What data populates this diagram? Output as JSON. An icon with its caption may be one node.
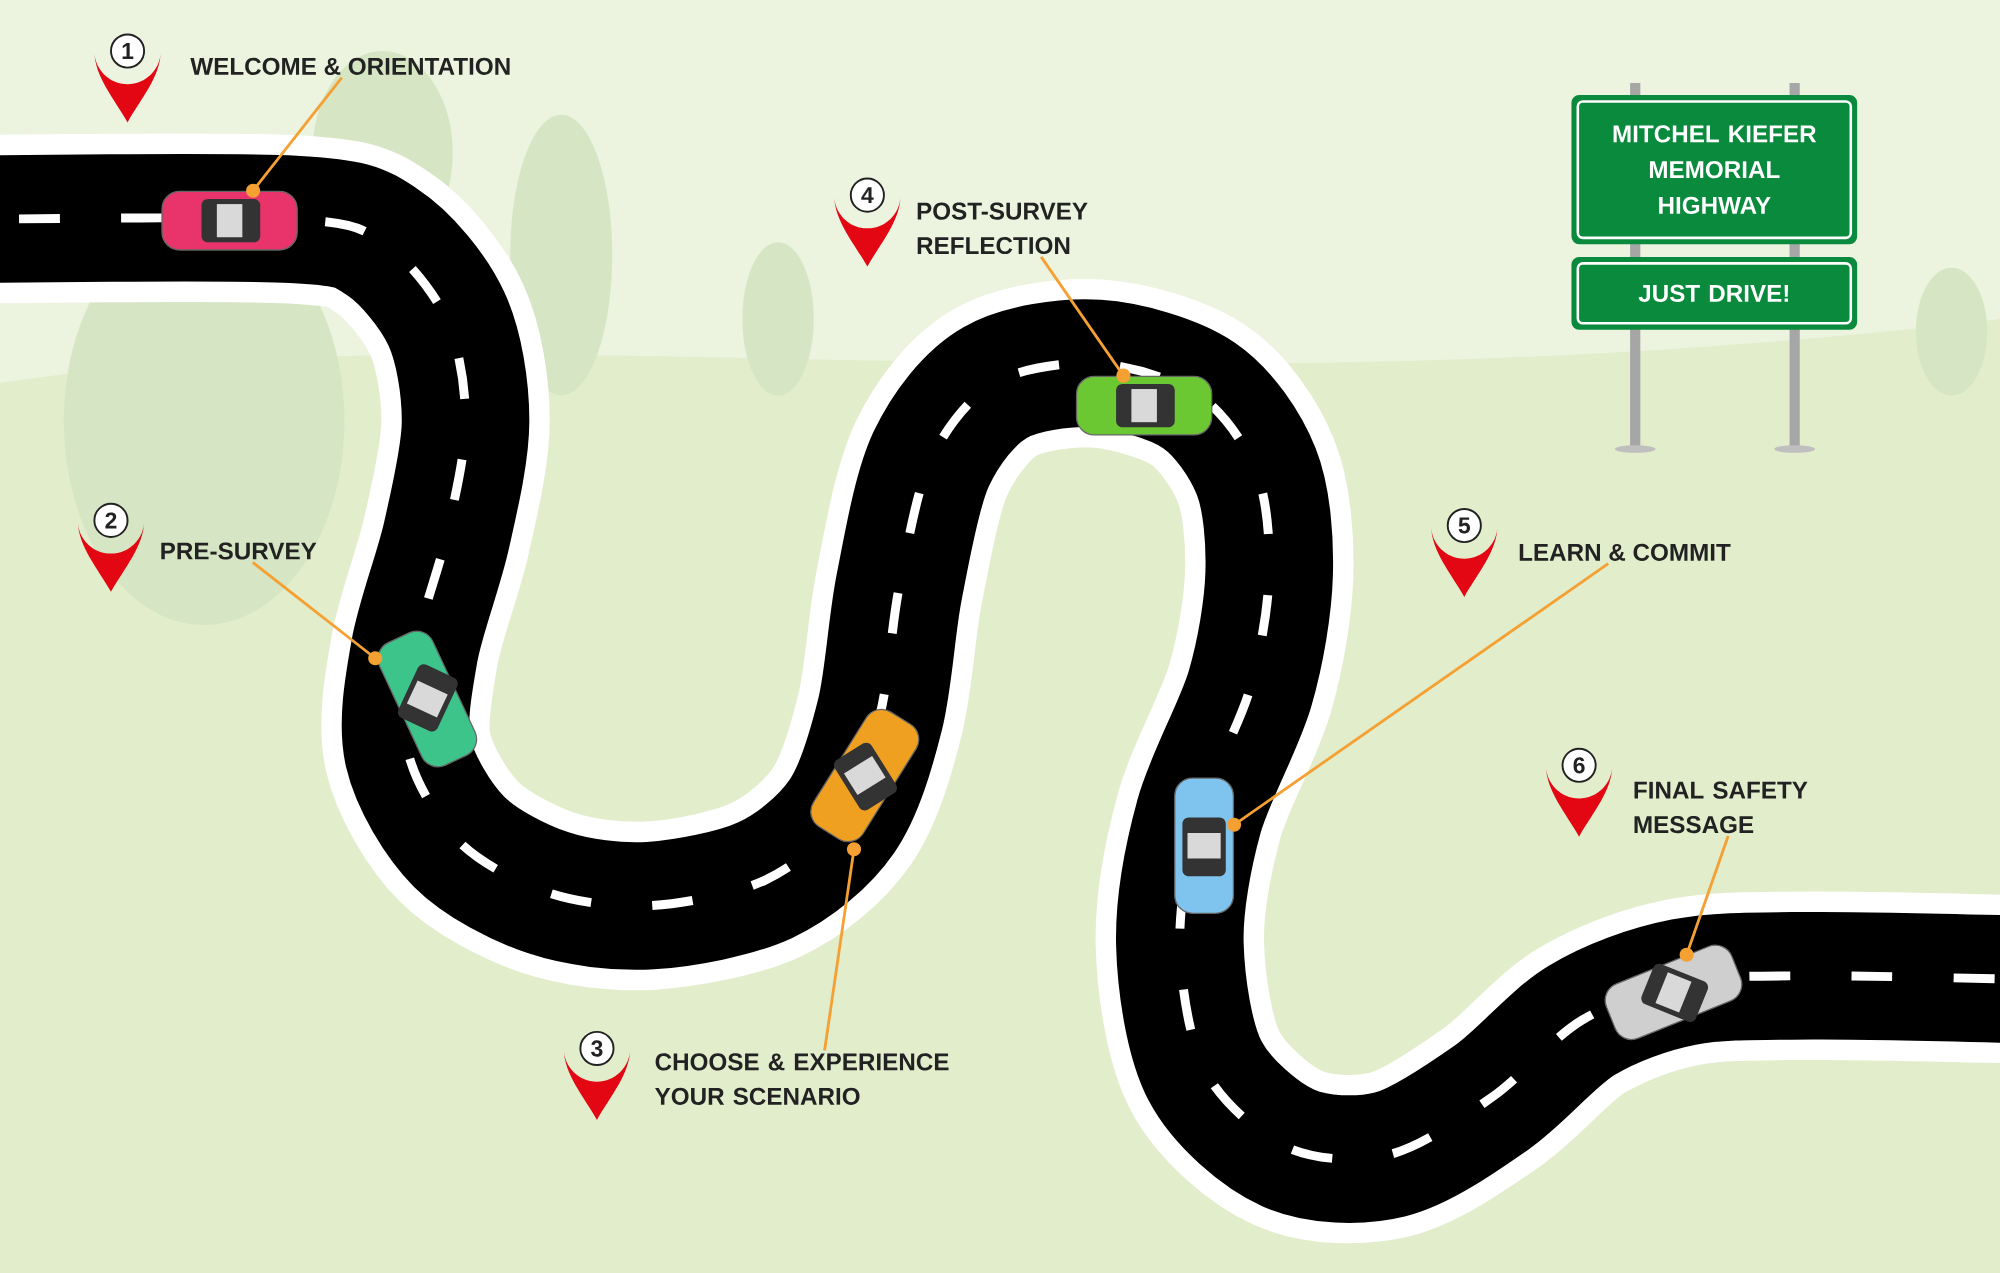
{
  "diagram": {
    "nodes": [
      {
        "text": [
          "1"
        ]
      },
      {
        "text": [
          "WELCOME & ORIENTATION"
        ]
      },
      {
        "text": [],
        "shape": "picture"
      },
      {
        "text": [
          "2"
        ]
      },
      {
        "text": [
          "PRE-SURVEY"
        ]
      },
      {
        "text": [],
        "shape": "picture"
      },
      {
        "text": [
          "3"
        ]
      },
      {
        "text": [
          "CHOOSE & EXPERIENCE YOUR SCENARIO"
        ]
      },
      {
        "text": [],
        "shape": "picture"
      },
      {
        "text": [
          "4"
        ]
      },
      {
        "text": [
          "POST-SURVEY REFLECTION"
        ]
      },
      {
        "text": [],
        "shape": "picture"
      },
      {
        "text": [
          "5"
        ]
      },
      {
        "text": [
          "LEARN & COMMIT"
        ]
      },
      {
        "text": [],
        "shape": "picture"
      },
      {
        "text": [
          "6"
        ]
      },
      {
        "text": [
          "FINAL SAFETY MESSAGE"
        ]
      },
      {
        "text": [],
        "shape": "picture"
      },
      {
        "text": [
          "MITCHEL KIEFER MEMORIAL HIGHWAY"
        ]
      },
      {
        "text": [
          "JUST DRIVE!"
        ]
      }
    ],
    "edges": [
      {
        "from": 1,
        "to": 2,
        "arrow": "other"
      },
      {
        "from": 4,
        "to": 5,
        "arrow": "other"
      },
      {
        "from": 7,
        "to": 8,
        "arrow": "other"
      },
      {
        "from": 10,
        "to": 11,
        "arrow": "other"
      },
      {
        "from": 13,
        "to": 14,
        "arrow": "other"
      },
      {
        "from": 16,
        "to": 17,
        "arrow": "other"
      }
    ]
  }
}
